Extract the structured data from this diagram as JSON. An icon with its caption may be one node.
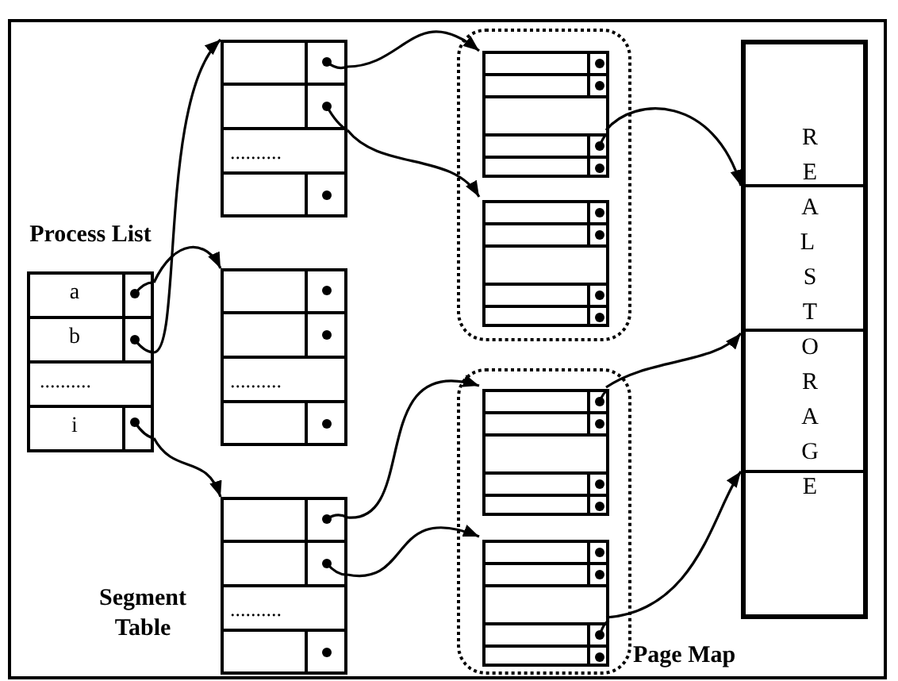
{
  "diagram": {
    "nodes": [
      {
        "text": [
          "Process List"
        ]
      },
      {
        "text": [
          "a"
        ],
        "in": 0
      },
      {
        "text": [
          "b"
        ],
        "in": 0
      },
      {
        "text": [
          ".........."
        ],
        "in": 0
      },
      {
        "text": [
          "i"
        ],
        "in": 0
      },
      {
        "text": [
          ".........."
        ]
      },
      {
        "text": [
          ".........."
        ]
      },
      {
        "text": [
          ".........."
        ]
      },
      {
        "text": [],
        "shape": "box"
      },
      {
        "text": [],
        "shape": "box",
        "in": 8
      },
      {
        "text": [],
        "shape": "box",
        "in": 8
      },
      {
        "text": [],
        "shape": "box"
      },
      {
        "text": [],
        "shape": "box",
        "in": 11
      },
      {
        "text": [],
        "shape": "box",
        "in": 11
      },
      {
        "text": [
          "REAL STORAGE"
        ]
      }
    ],
    "edges": [
      {
        "from": 1,
        "to": 6,
        "arrow": "to"
      },
      {
        "from": 2,
        "to": 5,
        "arrow": "to"
      },
      {
        "from": 4,
        "to": 7,
        "arrow": "to"
      },
      {
        "from": 5,
        "to": 9,
        "arrow": "to"
      },
      {
        "from": 5,
        "to": 10,
        "arrow": "to"
      },
      {
        "from": 9,
        "to": 14,
        "arrow": "to"
      },
      {
        "from": 7,
        "to": 12,
        "arrow": "to"
      },
      {
        "from": 7,
        "to": 13,
        "arrow": "to"
      },
      {
        "from": 12,
        "to": 14,
        "arrow": "to"
      },
      {
        "from": 13,
        "to": 14,
        "arrow": "to"
      }
    ],
    "labels": [
      "Segment Table",
      "Page Map"
    ]
  }
}
